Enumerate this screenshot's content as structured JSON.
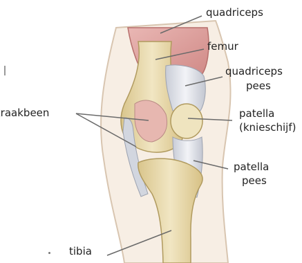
{
  "labels": {
    "quadriceps": "quadriceps",
    "femur": "femur",
    "quadriceps_pees_1": "quadriceps",
    "quadriceps_pees_2": "pees",
    "patella_1": "patella",
    "patella_2": "(knieschijf)",
    "kraakbeen": "kraakbeen",
    "patella_pees_1": "patella",
    "patella_pees_2": "pees",
    "tibia": "tibia"
  },
  "colors": {
    "bone": "#eadfb8",
    "muscle": "#e2a3a0",
    "tendon": "#dfe2ea",
    "cartilage": "#c9cfd8",
    "line": "#6a6a6a"
  }
}
